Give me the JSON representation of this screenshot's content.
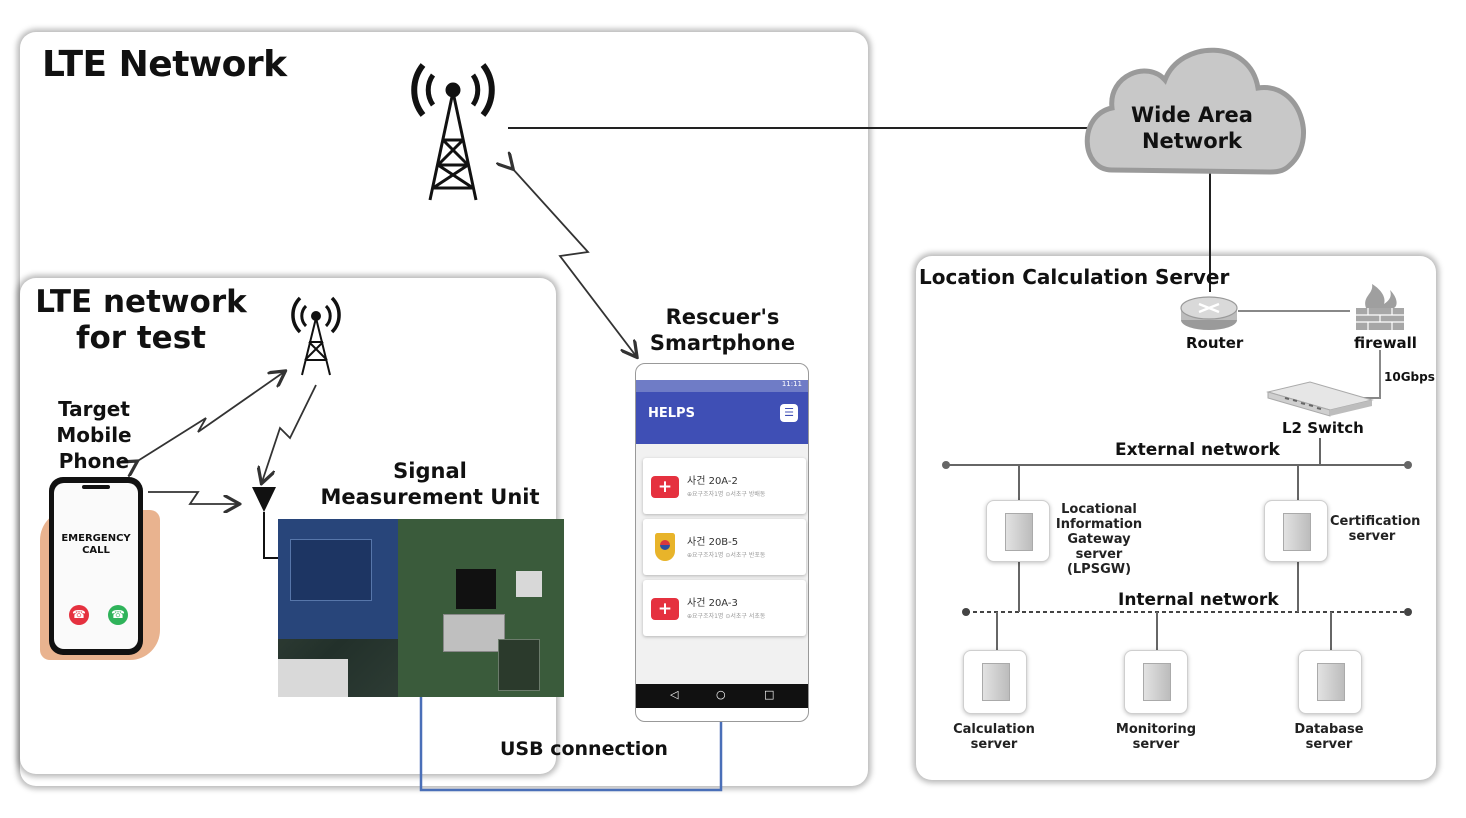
{
  "lte": {
    "title": "LTE Network"
  },
  "test": {
    "title_line1": "LTE network",
    "title_line2": "for test"
  },
  "target": {
    "line1": "Target Mobile",
    "line2": "Phone",
    "screen_line1": "EMERGENCY",
    "screen_line2": "CALL"
  },
  "smu": {
    "line1": "Signal",
    "line2": "Measurement Unit"
  },
  "rescuer": {
    "line1": "Rescuer's",
    "line2": "Smartphone"
  },
  "app": {
    "name": "HELPS",
    "status_time": "11:11",
    "cards": [
      {
        "title": "사건 20A-2",
        "sub": "⊕요구조자1명   ⊙서초구 방배동"
      },
      {
        "title": "사건 20B-5",
        "sub": "⊕요구조자1명   ⊙서초구 반포동"
      },
      {
        "title": "사건 20A-3",
        "sub": "⊕요구조자1명   ⊙서초구 서초동"
      }
    ]
  },
  "usb": {
    "label": "USB connection"
  },
  "wan": {
    "line1": "Wide Area",
    "line2": "Network"
  },
  "lcs": {
    "title": "Location Calculation Server",
    "router": "Router",
    "firewall": "firewall",
    "link_speed": "10Gbps",
    "switch": "L2 Switch",
    "external": "External network",
    "internal": "Internal network",
    "lpsgw": [
      "Locational",
      "Information",
      "Gateway server",
      "(LPSGW)"
    ],
    "cert": [
      "Certification",
      "server"
    ],
    "calc": [
      "Calculation",
      "server"
    ],
    "monitor": [
      "Monitoring",
      "server"
    ],
    "db": [
      "Database",
      "server"
    ]
  },
  "colors": {
    "app_bar": "#3f4fb5",
    "usb_line": "#4a6fb8",
    "cloud": "#c8c8c8",
    "red_icon": "#e5313f"
  }
}
